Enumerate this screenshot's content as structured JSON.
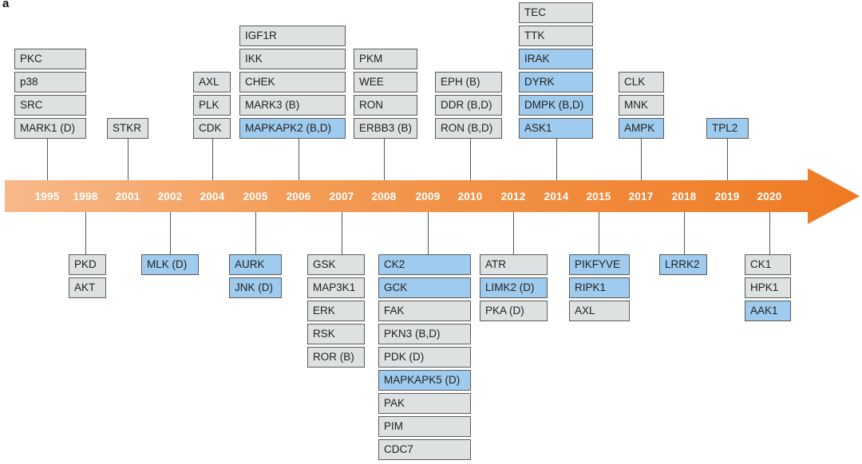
{
  "panel_label": "a",
  "colors": {
    "arrow_light": "#f8b98a",
    "arrow_dark": "#ef7a22",
    "box_default": "#dde1e2",
    "box_highlight": "#9ecbee",
    "box_border": "#5a5a5a"
  },
  "years": [
    "1995",
    "1998",
    "2001",
    "2002",
    "2004",
    "2005",
    "2006",
    "2007",
    "2008",
    "2009",
    "2010",
    "2012",
    "2014",
    "2015",
    "2017",
    "2018",
    "2019",
    "2020"
  ],
  "above": [
    {
      "year": "1995",
      "items": [
        {
          "label": "PKC",
          "hl": false
        },
        {
          "label": "p38",
          "hl": false
        },
        {
          "label": "SRC",
          "hl": false
        },
        {
          "label": "MARK1 (D)",
          "hl": false
        }
      ]
    },
    {
      "year": "2001",
      "items": [
        {
          "label": "STKR",
          "hl": false
        }
      ]
    },
    {
      "year": "2004",
      "items": [
        {
          "label": "AXL",
          "hl": false
        },
        {
          "label": "PLK",
          "hl": false
        },
        {
          "label": "CDK",
          "hl": false
        }
      ]
    },
    {
      "year": "2006",
      "items": [
        {
          "label": "IGF1R",
          "hl": false
        },
        {
          "label": "IKK",
          "hl": false
        },
        {
          "label": "CHEK",
          "hl": false
        },
        {
          "label": "MARK3 (B)",
          "hl": false
        },
        {
          "label": "MAPKAPK2 (B,D)",
          "hl": true
        }
      ]
    },
    {
      "year": "2008",
      "items": [
        {
          "label": "PKM",
          "hl": false
        },
        {
          "label": "WEE",
          "hl": false
        },
        {
          "label": "RON",
          "hl": false
        },
        {
          "label": "ERBB3 (B)",
          "hl": false
        }
      ]
    },
    {
      "year": "2010",
      "items": [
        {
          "label": "EPH (B)",
          "hl": false
        },
        {
          "label": "DDR (B,D)",
          "hl": false
        },
        {
          "label": "RON (B,D)",
          "hl": false
        }
      ]
    },
    {
      "year": "2014",
      "items": [
        {
          "label": "TEC",
          "hl": false
        },
        {
          "label": "TTK",
          "hl": false
        },
        {
          "label": "IRAK",
          "hl": true
        },
        {
          "label": "DYRK",
          "hl": true
        },
        {
          "label": "DMPK (B,D)",
          "hl": true
        },
        {
          "label": "ASK1",
          "hl": true
        }
      ]
    },
    {
      "year": "2017",
      "items": [
        {
          "label": "CLK",
          "hl": false
        },
        {
          "label": "MNK",
          "hl": false
        },
        {
          "label": "AMPK",
          "hl": true
        }
      ]
    },
    {
      "year": "2019",
      "items": [
        {
          "label": "TPL2",
          "hl": true
        }
      ]
    }
  ],
  "below": [
    {
      "year": "1998",
      "items": [
        {
          "label": "PKD",
          "hl": false
        },
        {
          "label": "AKT",
          "hl": false
        }
      ]
    },
    {
      "year": "2002",
      "items": [
        {
          "label": "MLK (D)",
          "hl": true
        }
      ]
    },
    {
      "year": "2005",
      "items": [
        {
          "label": "AURK",
          "hl": true
        },
        {
          "label": "JNK (D)",
          "hl": true
        }
      ]
    },
    {
      "year": "2007",
      "items": [
        {
          "label": "GSK",
          "hl": false
        },
        {
          "label": "MAP3K1",
          "hl": false
        },
        {
          "label": "ERK",
          "hl": false
        },
        {
          "label": "RSK",
          "hl": false
        },
        {
          "label": "ROR (B)",
          "hl": false
        }
      ]
    },
    {
      "year": "2009",
      "items": [
        {
          "label": "CK2",
          "hl": true
        },
        {
          "label": "GCK",
          "hl": true
        },
        {
          "label": "FAK",
          "hl": false
        },
        {
          "label": "PKN3 (B,D)",
          "hl": false
        },
        {
          "label": "PDK (D)",
          "hl": false
        },
        {
          "label": "MAPKAPK5 (D)",
          "hl": true
        },
        {
          "label": "PAK",
          "hl": false
        },
        {
          "label": "PIM",
          "hl": false
        },
        {
          "label": "CDC7",
          "hl": false
        }
      ]
    },
    {
      "year": "2012",
      "items": [
        {
          "label": "ATR",
          "hl": false
        },
        {
          "label": "LIMK2 (D)",
          "hl": true
        },
        {
          "label": "PKA (D)",
          "hl": false
        }
      ]
    },
    {
      "year": "2015",
      "items": [
        {
          "label": "PIKFYVE",
          "hl": true
        },
        {
          "label": "RIPK1",
          "hl": true
        },
        {
          "label": "AXL",
          "hl": false
        }
      ]
    },
    {
      "year": "2018",
      "items": [
        {
          "label": "LRRK2",
          "hl": true
        }
      ]
    },
    {
      "year": "2020",
      "items": [
        {
          "label": "CK1",
          "hl": false
        },
        {
          "label": "HPK1",
          "hl": false
        },
        {
          "label": "AAK1",
          "hl": true
        }
      ]
    }
  ]
}
